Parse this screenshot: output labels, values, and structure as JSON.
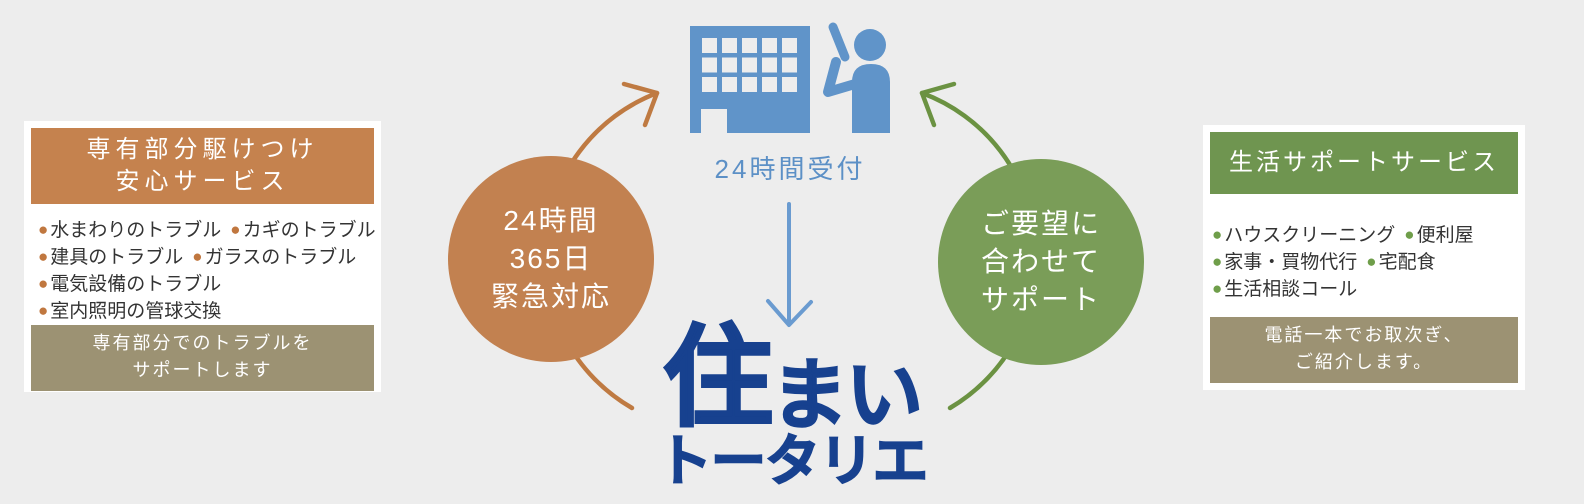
{
  "glyphs": {
    "bullet": "●"
  },
  "left_box": {
    "header_line1": "専有部分駆けつけ",
    "header_line2": "安心サービス",
    "items": [
      [
        "水まわりのトラブル",
        "カギのトラブル"
      ],
      [
        "建具のトラブル",
        "ガラスのトラブル"
      ],
      [
        "電気設備のトラブル"
      ],
      [
        "室内照明の管球交換"
      ]
    ],
    "footer_line1": "専有部分でのトラブルを",
    "footer_line2": "サポートします",
    "header_bg": "#c5824e",
    "bullet_color": "#c0773f",
    "footer_bg": "#9c9273"
  },
  "left_circle": {
    "line1": "24時間",
    "line2": "365日",
    "line3": "緊急対応",
    "bg": "#c28150",
    "arrow_color": "#bf7a42"
  },
  "center": {
    "reception_label": "24時間受付",
    "logo_line1_big": "住",
    "logo_line1_small": "まい",
    "logo_line2": "トータリエ",
    "icon": "building-and-person-on-phone",
    "icon_color": "#6094c9",
    "label_color": "#5c90c6",
    "logo_color": "#17418f",
    "down_arrow_color": "#6a9bd0"
  },
  "right_circle": {
    "line1": "ご要望に",
    "line2": "合わせて",
    "line3": "サポート",
    "bg": "#7a9d58",
    "arrow_color": "#6b9242"
  },
  "right_box": {
    "header_line1": "生活サポートサービス",
    "items": [
      [
        "ハウスクリーニング",
        "便利屋"
      ],
      [
        "家事・買物代行",
        "宅配食"
      ],
      [
        "生活相談コール"
      ]
    ],
    "footer_line1": "電話一本でお取次ぎ、",
    "footer_line2": "ご紹介します。",
    "header_bg": "#6f9550",
    "bullet_color": "#6f9e4a",
    "footer_bg": "#9c9273"
  },
  "background_color": "#ededed"
}
